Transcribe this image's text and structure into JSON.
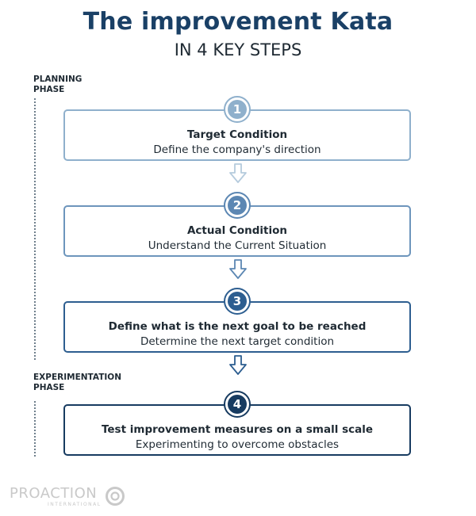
{
  "header": {
    "title": "The improvement Kata",
    "subtitle": "IN 4 KEY STEPS"
  },
  "phases": {
    "planning": [
      "PLANNING",
      "PHASE"
    ],
    "experimentation": [
      "EXPERIMENTATION",
      "PHASE"
    ]
  },
  "steps": [
    {
      "number": "1",
      "title": "Target Condition",
      "description": "Define the company's direction",
      "color": "#8fb0cc"
    },
    {
      "number": "2",
      "title": "Actual Condition",
      "description": "Understand the Current Situation",
      "color": "#5c87b3"
    },
    {
      "number": "3",
      "title": "Define what is the next goal to be reached",
      "description": "Determine the next target condition",
      "color": "#2d5e90"
    },
    {
      "number": "4",
      "title": "Test improvement measures on a small scale",
      "description": "Experimenting to overcome obstacles",
      "color": "#173b60"
    }
  ],
  "logo": {
    "name": "PROACTION",
    "tagline": "INTERNATIONAL"
  }
}
